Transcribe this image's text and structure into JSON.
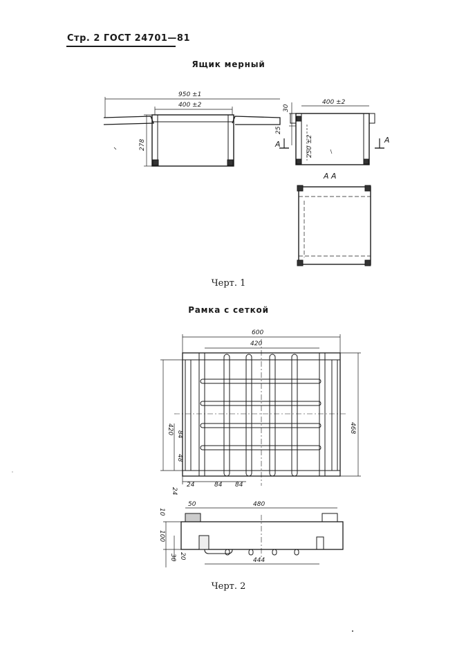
{
  "header": {
    "page_ref": "Стр. 2 ГОСТ 24701—81"
  },
  "figure1": {
    "title": "Ящик мерный",
    "caption": "Черт. 1",
    "dims": {
      "overall_width": "950 ±1",
      "inner_width": "400 ±2",
      "height": "278",
      "top_offset": "30",
      "side_offset": "25",
      "side_width": "400 ±2",
      "side_height": "250 ±2"
    },
    "section_mark": "А",
    "section_label": "А А"
  },
  "figure2": {
    "title": "Рамка с сеткой",
    "caption": "Черт. 2",
    "dims": {
      "outer_width": "600",
      "inner_width": "420",
      "left_height": "420",
      "right_height": "468",
      "step_84_a": "84",
      "step_48": "48",
      "bottom_24": "24",
      "bottom_84_a": "84",
      "bottom_84_b": "84",
      "side_24": "24",
      "sec_50": "50",
      "sec_480": "480",
      "sec_444": "444",
      "sec_100": "100",
      "sec_30": "30",
      "sec_20": "20",
      "sec_10": "10"
    }
  }
}
